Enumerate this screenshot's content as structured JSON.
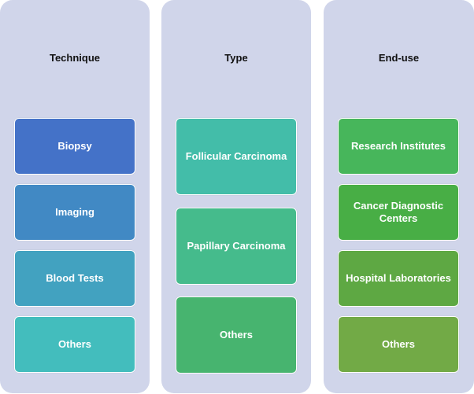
{
  "columns": [
    {
      "title": "Technique",
      "items": [
        {
          "label": "Biopsy",
          "color": "#4472c8"
        },
        {
          "label": "Imaging",
          "color": "#4189c4"
        },
        {
          "label": "Blood Tests",
          "color": "#42a2c0"
        },
        {
          "label": "Others",
          "color": "#43bdbd"
        }
      ]
    },
    {
      "title": "Type",
      "items": [
        {
          "label": "Follicular Carcinoma",
          "color": "#43bda9"
        },
        {
          "label": "Papillary Carcinoma",
          "color": "#45bb8c"
        },
        {
          "label": "Others",
          "color": "#47b46f"
        }
      ]
    },
    {
      "title": "End-use",
      "items": [
        {
          "label": "Research Institutes",
          "color": "#47b65b"
        },
        {
          "label": "Cancer Diagnostic Centers",
          "color": "#48ae45"
        },
        {
          "label": "Hospital Laboratories",
          "color": "#5ea843"
        },
        {
          "label": "Others",
          "color": "#72aa46"
        }
      ]
    }
  ]
}
